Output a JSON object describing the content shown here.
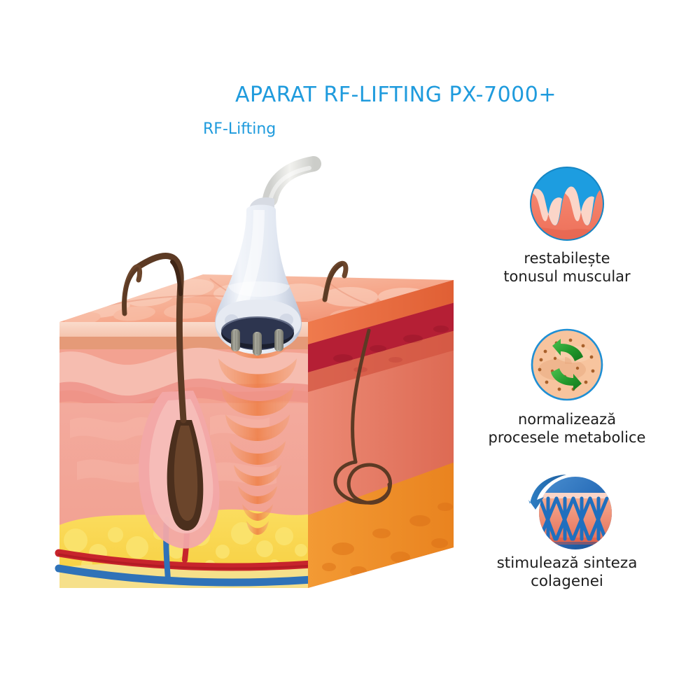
{
  "page": {
    "background": "#ffffff",
    "accent_blue": "#1f9bdd"
  },
  "header": {
    "title": "APARAT RF-LIFTING PX-7000+",
    "subtitle": "RF-Lifting"
  },
  "features": [
    {
      "icon": "skin-wrinkle-muscle-tone-icon",
      "caption": "restabilește\ntonusul muscular",
      "circle_color": "#1d9de0",
      "skin_color": "#f4806a",
      "ridge_color": "#fbd5c8"
    },
    {
      "icon": "green-recycle-metabolism-icon",
      "caption": "normalizează\nprocesele metabolice",
      "circle_color": "#f7c49e",
      "ring_color": "#1f8fd4",
      "arrow_color": "#2aa233",
      "dot_color": "#a8602a"
    },
    {
      "icon": "collagen-fibers-arrow-icon",
      "caption": "stimulează sinteza\ncolagenei",
      "circle_color": "#2a6fba",
      "skin_color": "#ef8a6e",
      "fiber_color": "#1f6fbe",
      "arrow_color": "#2f7fc4"
    }
  ],
  "illustration": {
    "name": "rf-lifting-skin-cross-section",
    "device": {
      "name": "rf-handpiece",
      "body_color": "#e8ecf4",
      "cable_color": "#dfe0de",
      "electrode_color": "#8a8a82",
      "electrode_count": 4,
      "head_button_count": 4
    },
    "rf_waves": {
      "name": "rf-energy-cone",
      "color": "#f08a55",
      "ring_count": 9
    },
    "skin_layers": [
      {
        "name": "epidermis",
        "color": "#f8c8b4"
      },
      {
        "name": "stratum-band",
        "color": "#e59a78"
      },
      {
        "name": "papillary-dermis",
        "color": "#f0a5a3"
      },
      {
        "name": "reticular-dermis",
        "color": "#f3a391"
      },
      {
        "name": "subcutaneous-fat",
        "color": "#f7d341"
      },
      {
        "name": "hypodermis-base",
        "color": "#f6e08a"
      }
    ],
    "side_face_layers": [
      {
        "name": "epidermis-side",
        "color": "#e8683f"
      },
      {
        "name": "dark-band-side",
        "color": "#b51f35"
      },
      {
        "name": "dermis-side",
        "color": "#e2705c"
      },
      {
        "name": "fat-side",
        "color": "#ef8f2e"
      }
    ],
    "vessels": {
      "artery_color": "#c7242c",
      "vein_color": "#2f72b8"
    },
    "hair_color": "#5c3a24",
    "hair_count": 4,
    "follicle_color": "#f0a0a0"
  }
}
